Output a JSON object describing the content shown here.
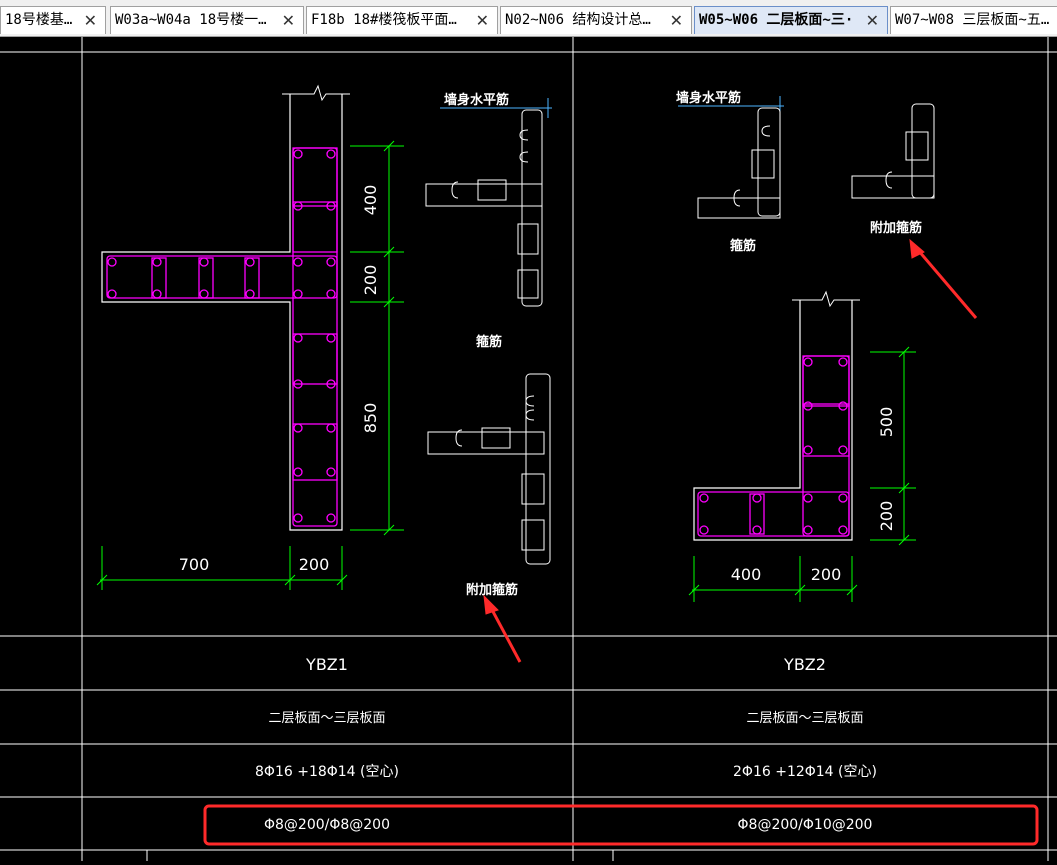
{
  "tabs": [
    {
      "label": "18号楼基…",
      "close": "✕",
      "active": false
    },
    {
      "label": "W03a~W04a 18号楼一…",
      "close": "✕",
      "active": false
    },
    {
      "label": "F18b 18#楼筏板平面…",
      "close": "✕",
      "active": false
    },
    {
      "label": "N02~N06 结构设计总…",
      "close": "✕",
      "active": false
    },
    {
      "label": "W05~W06 二层板面~三·",
      "close": "✕",
      "active": true
    },
    {
      "label": "W07~W08 三层板面~五…",
      "close": "",
      "active": false
    }
  ],
  "drawing": {
    "colors": {
      "background": "#000000",
      "lines": "#ffffff",
      "rebar": "#ff00ff",
      "dim": "#00ff00",
      "arrow": "#ff2a2a",
      "highlight": "#ff2a2a"
    },
    "ybz1": {
      "dims": {
        "h400": "400",
        "h200": "200",
        "h850": "850",
        "w700": "700",
        "w200": "200"
      },
      "labels": {
        "wall_h_bar": "墙身水平筋",
        "stirrup": "箍筋",
        "extra_stirrup": "附加箍筋"
      }
    },
    "ybz2": {
      "dims": {
        "h500": "500",
        "h200": "200",
        "w400": "400",
        "w200": "200"
      },
      "labels": {
        "wall_h_bar": "墙身水平筋",
        "stirrup": "箍筋",
        "extra_stirrup": "附加箍筋"
      }
    }
  },
  "table": {
    "rows": [
      {
        "ybz1": "YBZ1",
        "ybz2": "YBZ2"
      },
      {
        "ybz1": "二层板面～三层板面",
        "ybz2": "二层板面～三层板面"
      },
      {
        "ybz1": "8Φ16 +18Φ14 (空心)",
        "ybz2": "2Φ16 +12Φ14 (空心)"
      },
      {
        "ybz1": "Φ8@200/Φ8@200",
        "ybz2": "Φ8@200/Φ10@200"
      }
    ]
  }
}
